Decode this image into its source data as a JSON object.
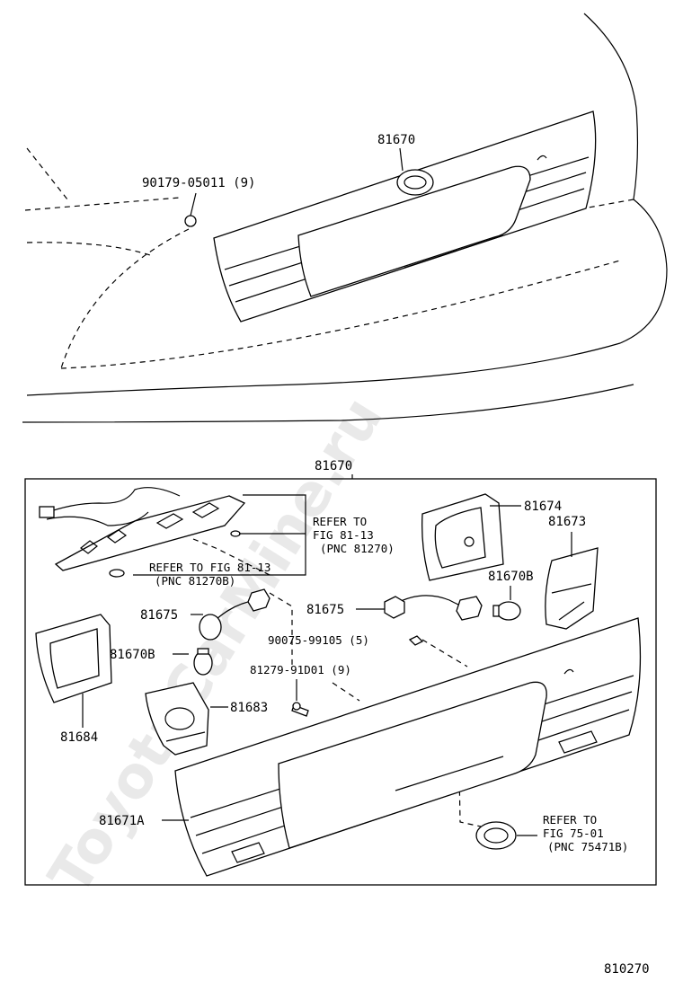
{
  "watermark": "ToyotaCarMine.ru",
  "diagram_number": "810270",
  "top_view": {
    "garnish_label": "81670",
    "nut_label": "90179-05011 (9)"
  },
  "detail_box": {
    "assembly_label": "81670",
    "refer_lamp": {
      "line1": "REFER TO",
      "line2": "FIG 81-13",
      "line3": "(PNC 81270)"
    },
    "refer_bulb": {
      "line1": "REFER TO FIG 81-13",
      "line2": "(PNC 81270B)"
    },
    "refer_emblem": {
      "line1": "REFER TO",
      "line2": "FIG 75-01",
      "line3": "(PNC 75471B)"
    },
    "labels": {
      "gasket_right": "81674",
      "lamp_right": "81673",
      "bulb_right": "81670B",
      "socket_right": "81675",
      "socket_left": "81675",
      "bulb_left": "81670B",
      "gasket_left": "81684",
      "lamp_left": "81683",
      "screw": "90075-99105 (5)",
      "bolt": "81279-91D01 (9)",
      "garnish": "81671A"
    }
  }
}
